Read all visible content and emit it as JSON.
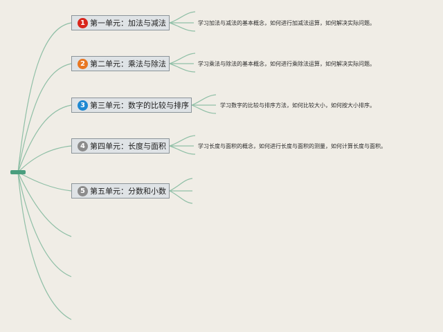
{
  "units": [
    {
      "number": "1",
      "title": "第一单元：加法与减法",
      "badge_color": "#d9261c",
      "description": "学习加法与减法的基本概念，如何进行加减法运算，如何解决实际问题。"
    },
    {
      "number": "2",
      "title": "第二单元：乘法与除法",
      "badge_color": "#e87722",
      "description": "学习乘法与除法的基本概念，如何进行乘除法运算，如何解决实际问题。"
    },
    {
      "number": "3",
      "title": "第三单元：数字的比较与排序",
      "badge_color": "#1e88d2",
      "description": "学习数字的比较与排序方法，如何比较大小，如何按大小排序。"
    },
    {
      "number": "4",
      "title": "第四单元：长度与面积",
      "badge_color": "#8c8c8c",
      "description": "学习长度与面积的概念，如何进行长度与面积的测量，如何计算长度与面积。"
    },
    {
      "number": "5",
      "title": "第五单元：分数和小数",
      "badge_color": "#8c8c8c",
      "description": ""
    }
  ],
  "colors": {
    "branch_line": "#8fbfa6",
    "root": "#4a9e7e"
  }
}
